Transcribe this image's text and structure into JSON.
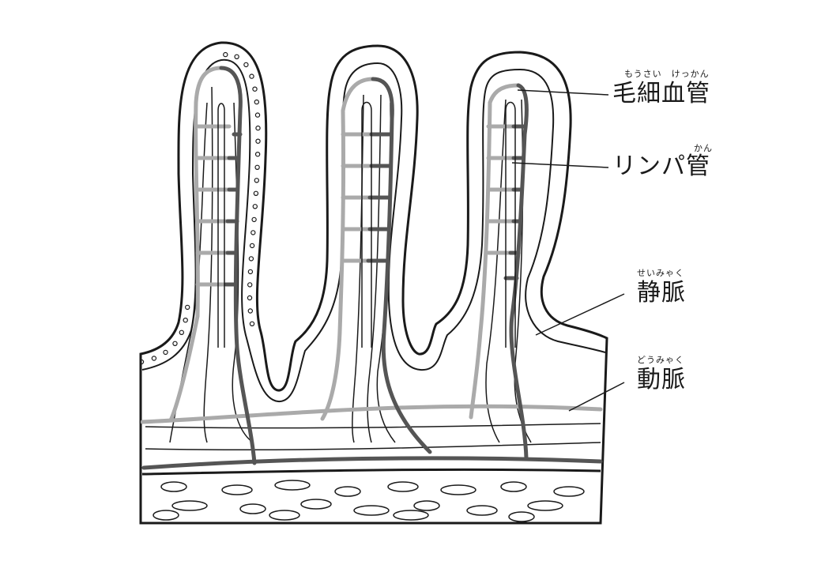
{
  "labels": {
    "capillary": {
      "text": "毛細血管",
      "ruby": "もうさい　けっかん"
    },
    "lymph": {
      "text": "リンパ管",
      "ruby": "かん"
    },
    "vein": {
      "text": "静脈",
      "ruby": "せいみゃく"
    },
    "artery": {
      "text": "動脈",
      "ruby": "どうみゃく"
    }
  },
  "colors": {
    "outline": "#1a1a1a",
    "artery": "#555555",
    "vein": "#aaaaaa",
    "background": "#ffffff"
  }
}
